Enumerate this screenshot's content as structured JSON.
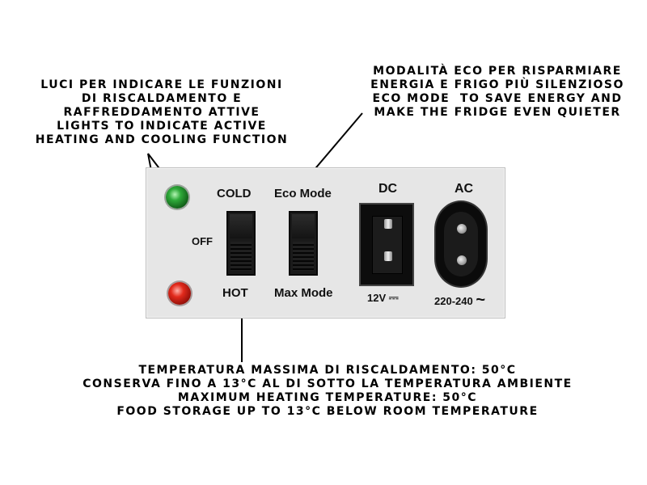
{
  "annotations": {
    "lights": [
      "LUCI PER INDICARE LE FUNZIONI",
      "DI RISCALDAMENTO E",
      "RAFFREDDAMENTO ATTIVE",
      "LIGHTS TO INDICATE ACTIVE",
      "HEATING AND COOLING FUNCTION"
    ],
    "eco": [
      "MODALITÀ ECO PER RISPARMIARE",
      "ENERGIA E FRIGO PIÙ SILENZIOSO",
      "ECO MODE  TO SAVE ENERGY AND",
      "MAKE THE FRIDGE EVEN QUIETER"
    ],
    "heating": [
      "TEMPERATURA MASSIMA DI RISCALDAMENTO: 50°C",
      "CONSERVA FINO A 13°C AL DI SOTTO LA TEMPERATURA AMBIENTE",
      "MAXIMUM HEATING TEMPERATURE: 50°C",
      "FOOD STORAGE UP TO 13°C BELOW ROOM TEMPERATURE"
    ]
  },
  "panel": {
    "cold_label": "COLD",
    "off_label": "OFF",
    "hot_label": "HOT",
    "eco_mode_label": "Eco Mode",
    "max_mode_label": "Max Mode",
    "dc_label": "DC",
    "dc_voltage": "12V",
    "dc_symbol": "⎓",
    "ac_label": "AC",
    "ac_voltage": "220-240",
    "ac_symbol": "~"
  },
  "colors": {
    "panel": "#e6e6e6",
    "led_green": "#2faa3a",
    "led_red": "#e22a1c",
    "switch": "#1a1a1a"
  },
  "icons": [
    "green-led-icon",
    "red-led-icon",
    "dc-socket-icon",
    "ac-socket-icon"
  ]
}
